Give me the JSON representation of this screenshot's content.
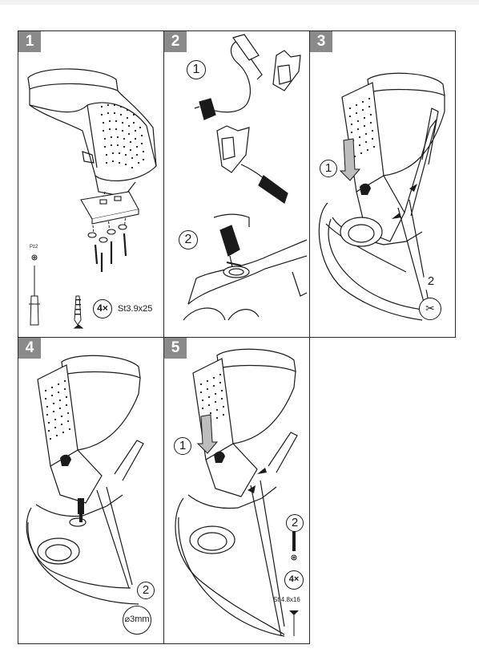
{
  "steps": [
    {
      "number": "1",
      "pz_label": "Pz2",
      "screw_count": "4×",
      "screw_spec": "St3.9x25"
    },
    {
      "number": "2",
      "callout_1": "1",
      "callout_2": "2"
    },
    {
      "number": "3",
      "callout_1": "1",
      "callout_2": "2"
    },
    {
      "number": "4",
      "callout": "2",
      "drill": "⌀3mm"
    },
    {
      "number": "5",
      "callout_1": "1",
      "callout_2": "2",
      "screw_count": "4×",
      "screw_spec": "St 4.8x16"
    }
  ],
  "colors": {
    "line": "#1a1a1a",
    "step_badge": "#8a8a8a",
    "arrow_fill": "#bdbdbd"
  }
}
